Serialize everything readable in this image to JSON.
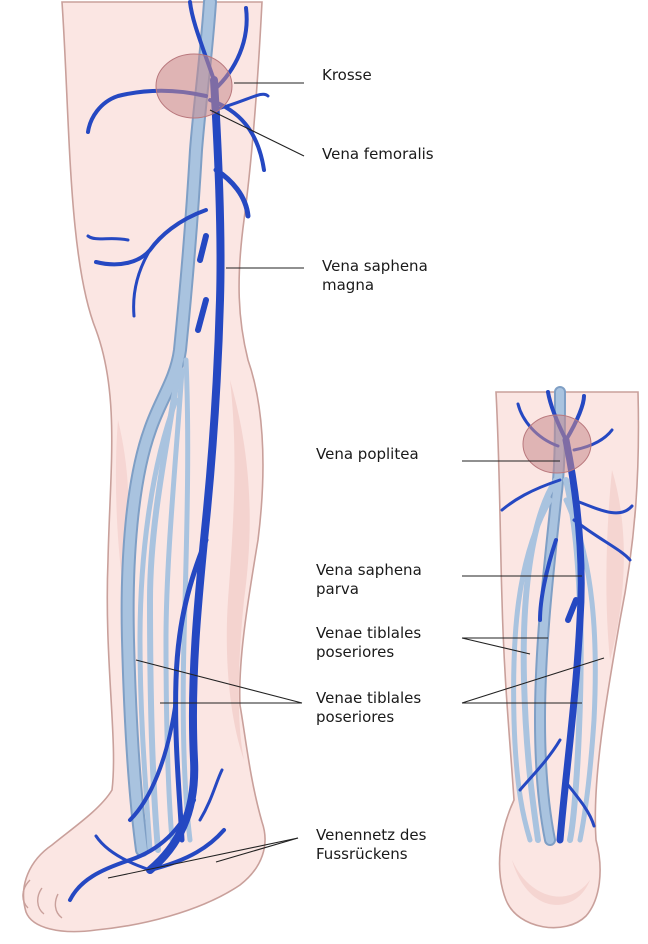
{
  "labels": {
    "krosse": [
      "Krosse"
    ],
    "vena_femoralis": [
      "Vena femoralis"
    ],
    "vena_saphena_magna": [
      "Vena saphena",
      "magna"
    ],
    "vena_poplitea": [
      "Vena poplitea"
    ],
    "vena_saphena_parva": [
      "Vena saphena",
      "parva"
    ],
    "venae_tiblales_1": [
      "Venae tiblales",
      "poseriores"
    ],
    "venae_tiblales_2": [
      "Venae tiblales",
      "poseriores"
    ],
    "venennetz": [
      "Venennetz des",
      "Fussrückens"
    ]
  },
  "colors": {
    "skin": "#fbe6e3",
    "skin_shadow": "#efc3bf",
    "outline": "#c9a09b",
    "superficial_vein": "#2548c2",
    "deep_vein": "#a9c3df",
    "deep_vein_edge": "#7f9fc5",
    "highlight": "#c98a8e",
    "leader_line": "#222222"
  }
}
